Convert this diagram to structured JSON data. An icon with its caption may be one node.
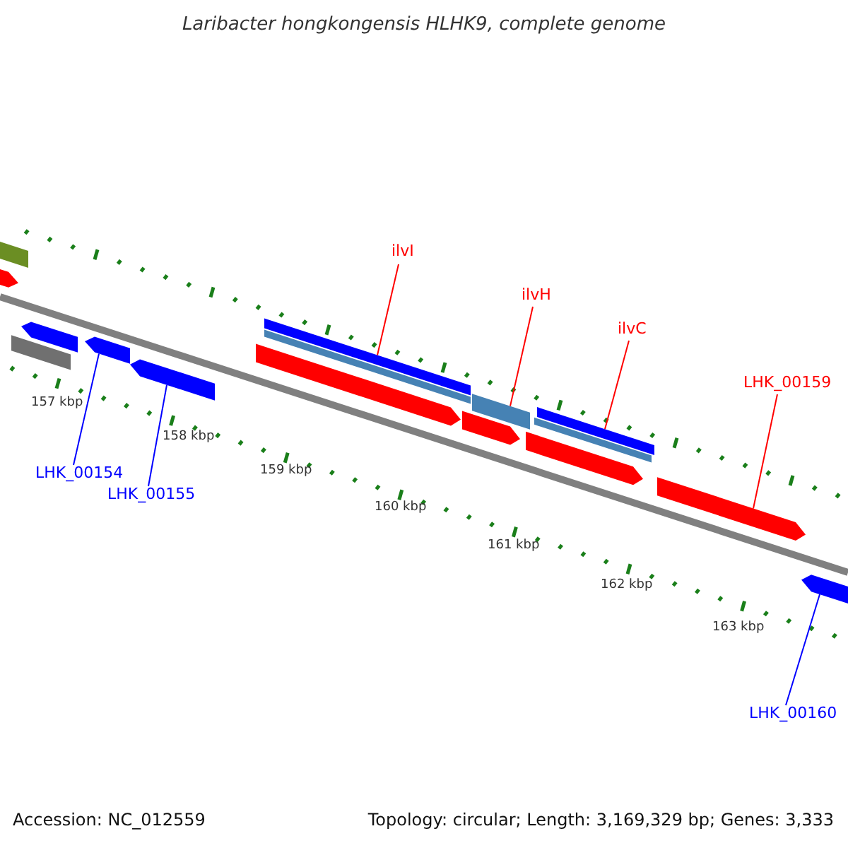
{
  "diagram": {
    "title": "Laribacter hongkongensis HLHK9, complete genome",
    "nodes": [
      {
        "text": [
          "ilvI"
        ]
      },
      {
        "text": [],
        "shape": "bar"
      },
      {
        "text": [
          "ilvH"
        ]
      },
      {
        "text": [],
        "shape": "bar"
      },
      {
        "text": [
          "ilvC"
        ]
      },
      {
        "text": [],
        "shape": "bar"
      },
      {
        "text": [
          "LHK_00159"
        ]
      },
      {
        "text": [],
        "shape": "arrow"
      },
      {
        "text": [
          "LHK_00154"
        ]
      },
      {
        "text": [],
        "shape": "arrow"
      },
      {
        "text": [
          "LHK_00155"
        ]
      },
      {
        "text": [],
        "shape": "arrow"
      },
      {
        "text": [
          "LHK_00160"
        ]
      },
      {
        "text": [],
        "shape": "arrow"
      },
      {
        "text": [],
        "shape": "bar"
      },
      {
        "text": [],
        "shape": "arrow"
      },
      {
        "text": [],
        "shape": "arrow"
      },
      {
        "text": [],
        "shape": "arrow"
      },
      {
        "text": [],
        "shape": "arrow"
      },
      {
        "text": [],
        "shape": "bar"
      },
      {
        "text": [],
        "shape": "bar"
      },
      {
        "text": [],
        "shape": "arrow"
      },
      {
        "text": [],
        "shape": "bar"
      }
    ],
    "edges": [
      {
        "from": 0,
        "to": 1,
        "arrow": "none"
      },
      {
        "from": 2,
        "to": 3,
        "arrow": "none"
      },
      {
        "from": 4,
        "to": 5,
        "arrow": "none"
      },
      {
        "from": 6,
        "to": 7,
        "arrow": "none"
      },
      {
        "from": 8,
        "to": 9,
        "arrow": "none",
        "color": "#0000ff"
      },
      {
        "from": 10,
        "to": 11,
        "arrow": "none",
        "color": "#0000ff"
      },
      {
        "from": 12,
        "to": 13,
        "arrow": "none",
        "color": "#0000ff"
      }
    ],
    "labels": [
      "157 kbp",
      "158 kbp",
      "159 kbp",
      "160 kbp",
      "161 kbp",
      "162 kbp",
      "163 kbp",
      "Accession: NC_012559",
      "Topology: circular; Length: 3,169,329 bp; Genes: 3,333"
    ]
  }
}
